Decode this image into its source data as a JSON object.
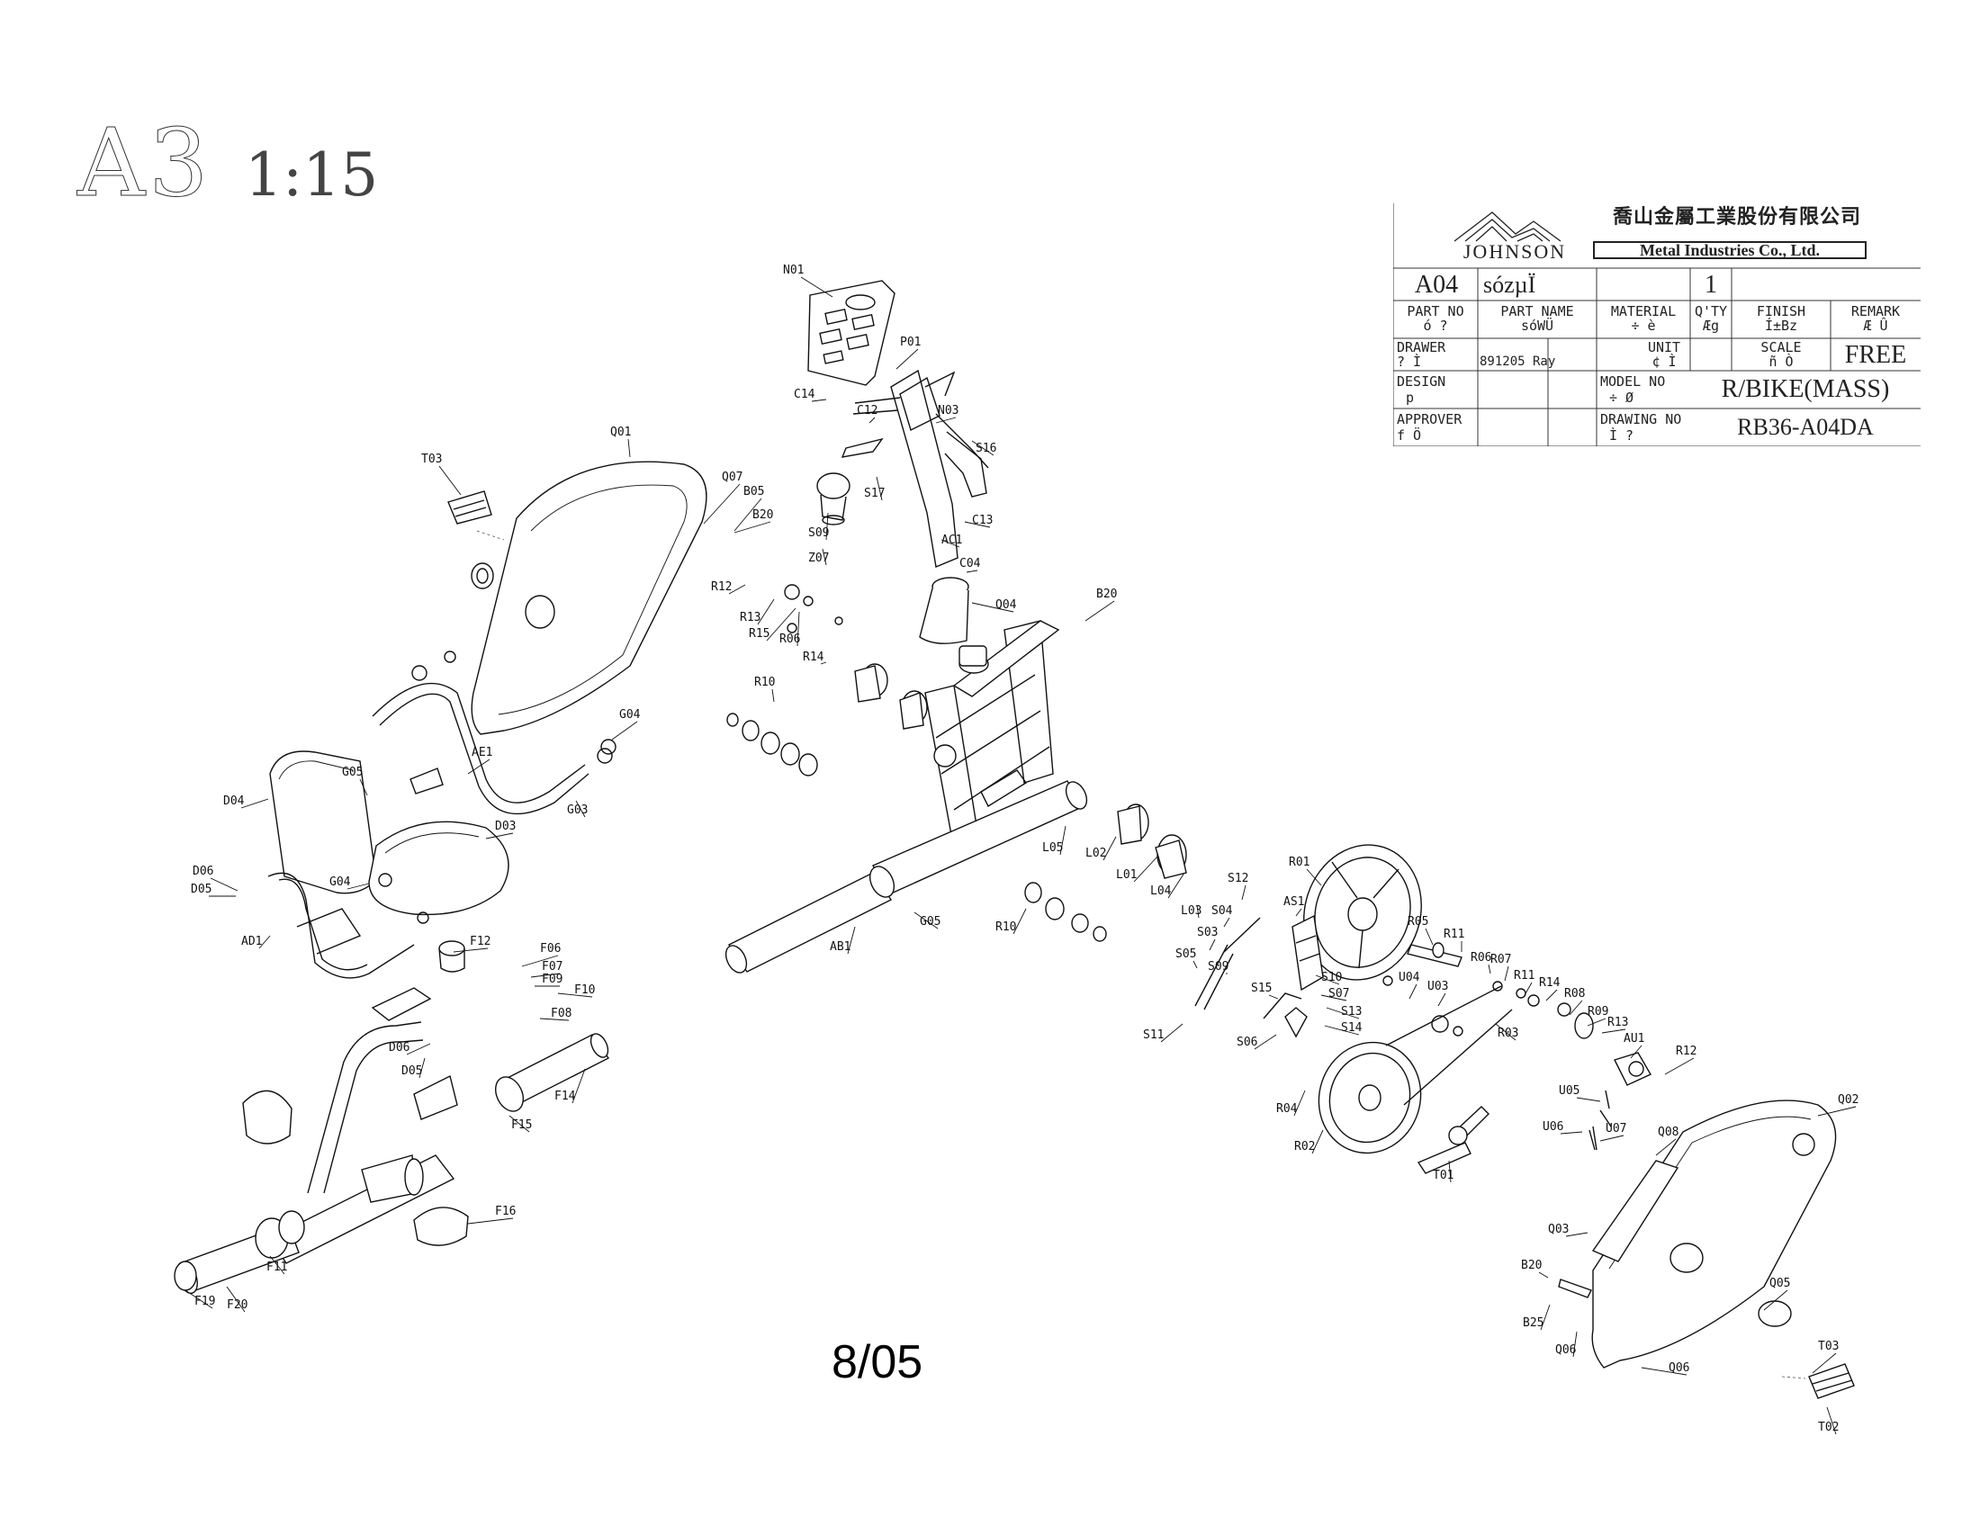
{
  "header": {
    "sheet_size": "A3",
    "scale": "1:15"
  },
  "page_number": "8/05",
  "title_block": {
    "logo_text": "JOHNSON",
    "company_cn": "喬山金屬工業股份有限公司",
    "company_en": "Metal Industries Co., Ltd.",
    "part_no": "A04",
    "part_name": "sózµÏ",
    "qty": "1",
    "col_headers": [
      "PART NO",
      "PART NAME",
      "MATERIAL",
      "Q'TY",
      "FINISH",
      "REMARK"
    ],
    "col_subs": [
      "ó ?",
      "sóWÜ",
      "÷ è",
      "Æg",
      "Í±Bz",
      "Æ Û"
    ],
    "drawer_label": "DRAWER",
    "drawer_sub": "? Ì",
    "drawer_value": "891205 Ray",
    "unit_label": "UNIT",
    "unit_sub": "¢ Ì",
    "scale_label": "SCALE",
    "scale_sub": "ñ Ò",
    "scale_value": "FREE",
    "design_label": "DESIGN",
    "design_sub": "p",
    "model_label": "MODEL NO",
    "model_sub": "÷ Ø",
    "model_value": "R/BIKE(MASS)",
    "approver_label": "APPROVER",
    "approver_sub": "f Ö",
    "drawing_label": "DRAWING NO",
    "drawing_sub": "Ì ?",
    "drawing_value": "RB36-A04DA"
  },
  "callouts": [
    "N01",
    "P01",
    "C14",
    "C12",
    "N03",
    "S16",
    "S17",
    "S09",
    "C13",
    "AC1",
    "Z07",
    "C04",
    "Q04",
    "B20",
    "Q01",
    "T03",
    "Q07",
    "B05",
    "B20",
    "R12",
    "R13",
    "R15",
    "R06",
    "R14",
    "R10",
    "AE1",
    "G04",
    "G05",
    "D04",
    "G03",
    "D03",
    "D06",
    "D05",
    "G04",
    "AD1",
    "F12",
    "F06",
    "F07",
    "F09",
    "F10",
    "F08",
    "D06",
    "D05",
    "F14",
    "F15",
    "F11",
    "F16",
    "F19",
    "F20",
    "L05",
    "L02",
    "L01",
    "L04",
    "G05",
    "AB1",
    "R10",
    "S12",
    "L03",
    "S04",
    "S03",
    "S05",
    "S09",
    "AS1",
    "S10",
    "S07",
    "S15",
    "S13",
    "S14",
    "S06",
    "S11",
    "R01",
    "R05",
    "R11",
    "R06",
    "R07",
    "R11",
    "R14",
    "R08",
    "R09",
    "R13",
    "U04",
    "U03",
    "R03",
    "AU1",
    "R12",
    "U05",
    "U06",
    "U07",
    "R04",
    "R02",
    "T01",
    "Q02",
    "Q08",
    "Q03",
    "B20",
    "B25",
    "Q06",
    "Q05",
    "Q06",
    "T03",
    "T02"
  ]
}
